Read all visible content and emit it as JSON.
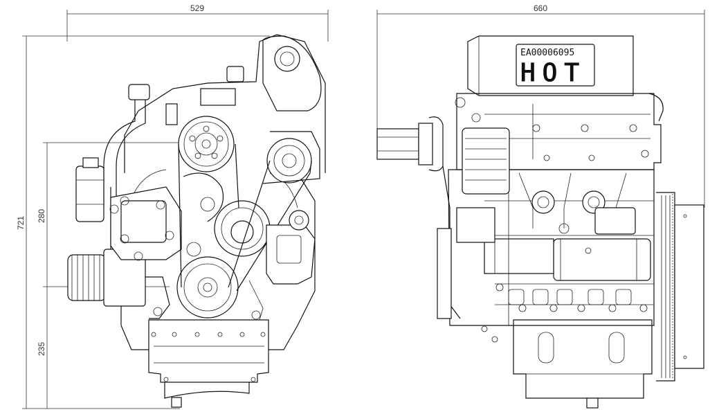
{
  "dimensions": {
    "front_width": "529",
    "side_width": "660",
    "total_height": "721",
    "mid_height": "280",
    "base_height": "235"
  },
  "label": {
    "serial": "EA00006095",
    "hot": "HOT"
  }
}
